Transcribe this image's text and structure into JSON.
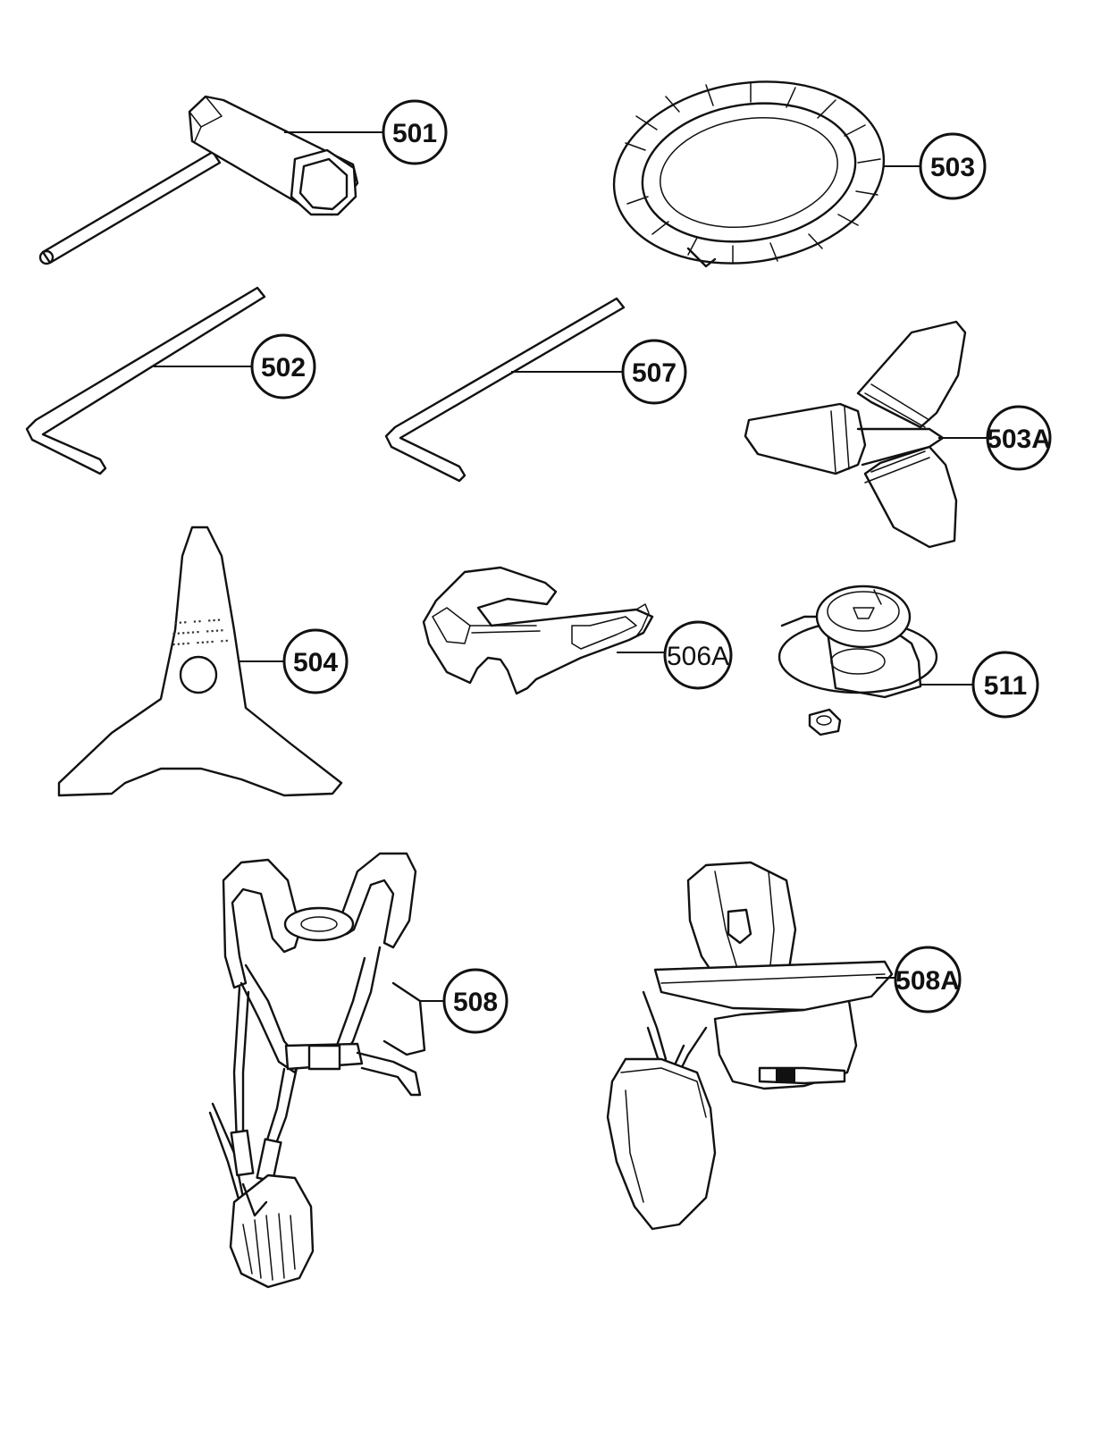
{
  "callouts": [
    {
      "id": "501",
      "label": "501"
    },
    {
      "id": "502",
      "label": "502"
    },
    {
      "id": "503",
      "label": "503"
    },
    {
      "id": "503A",
      "label": "503A"
    },
    {
      "id": "504",
      "label": "504"
    },
    {
      "id": "506A",
      "label": "506A"
    },
    {
      "id": "507",
      "label": "507"
    },
    {
      "id": "508",
      "label": "508"
    },
    {
      "id": "508A",
      "label": "508A"
    },
    {
      "id": "511",
      "label": "511"
    }
  ]
}
